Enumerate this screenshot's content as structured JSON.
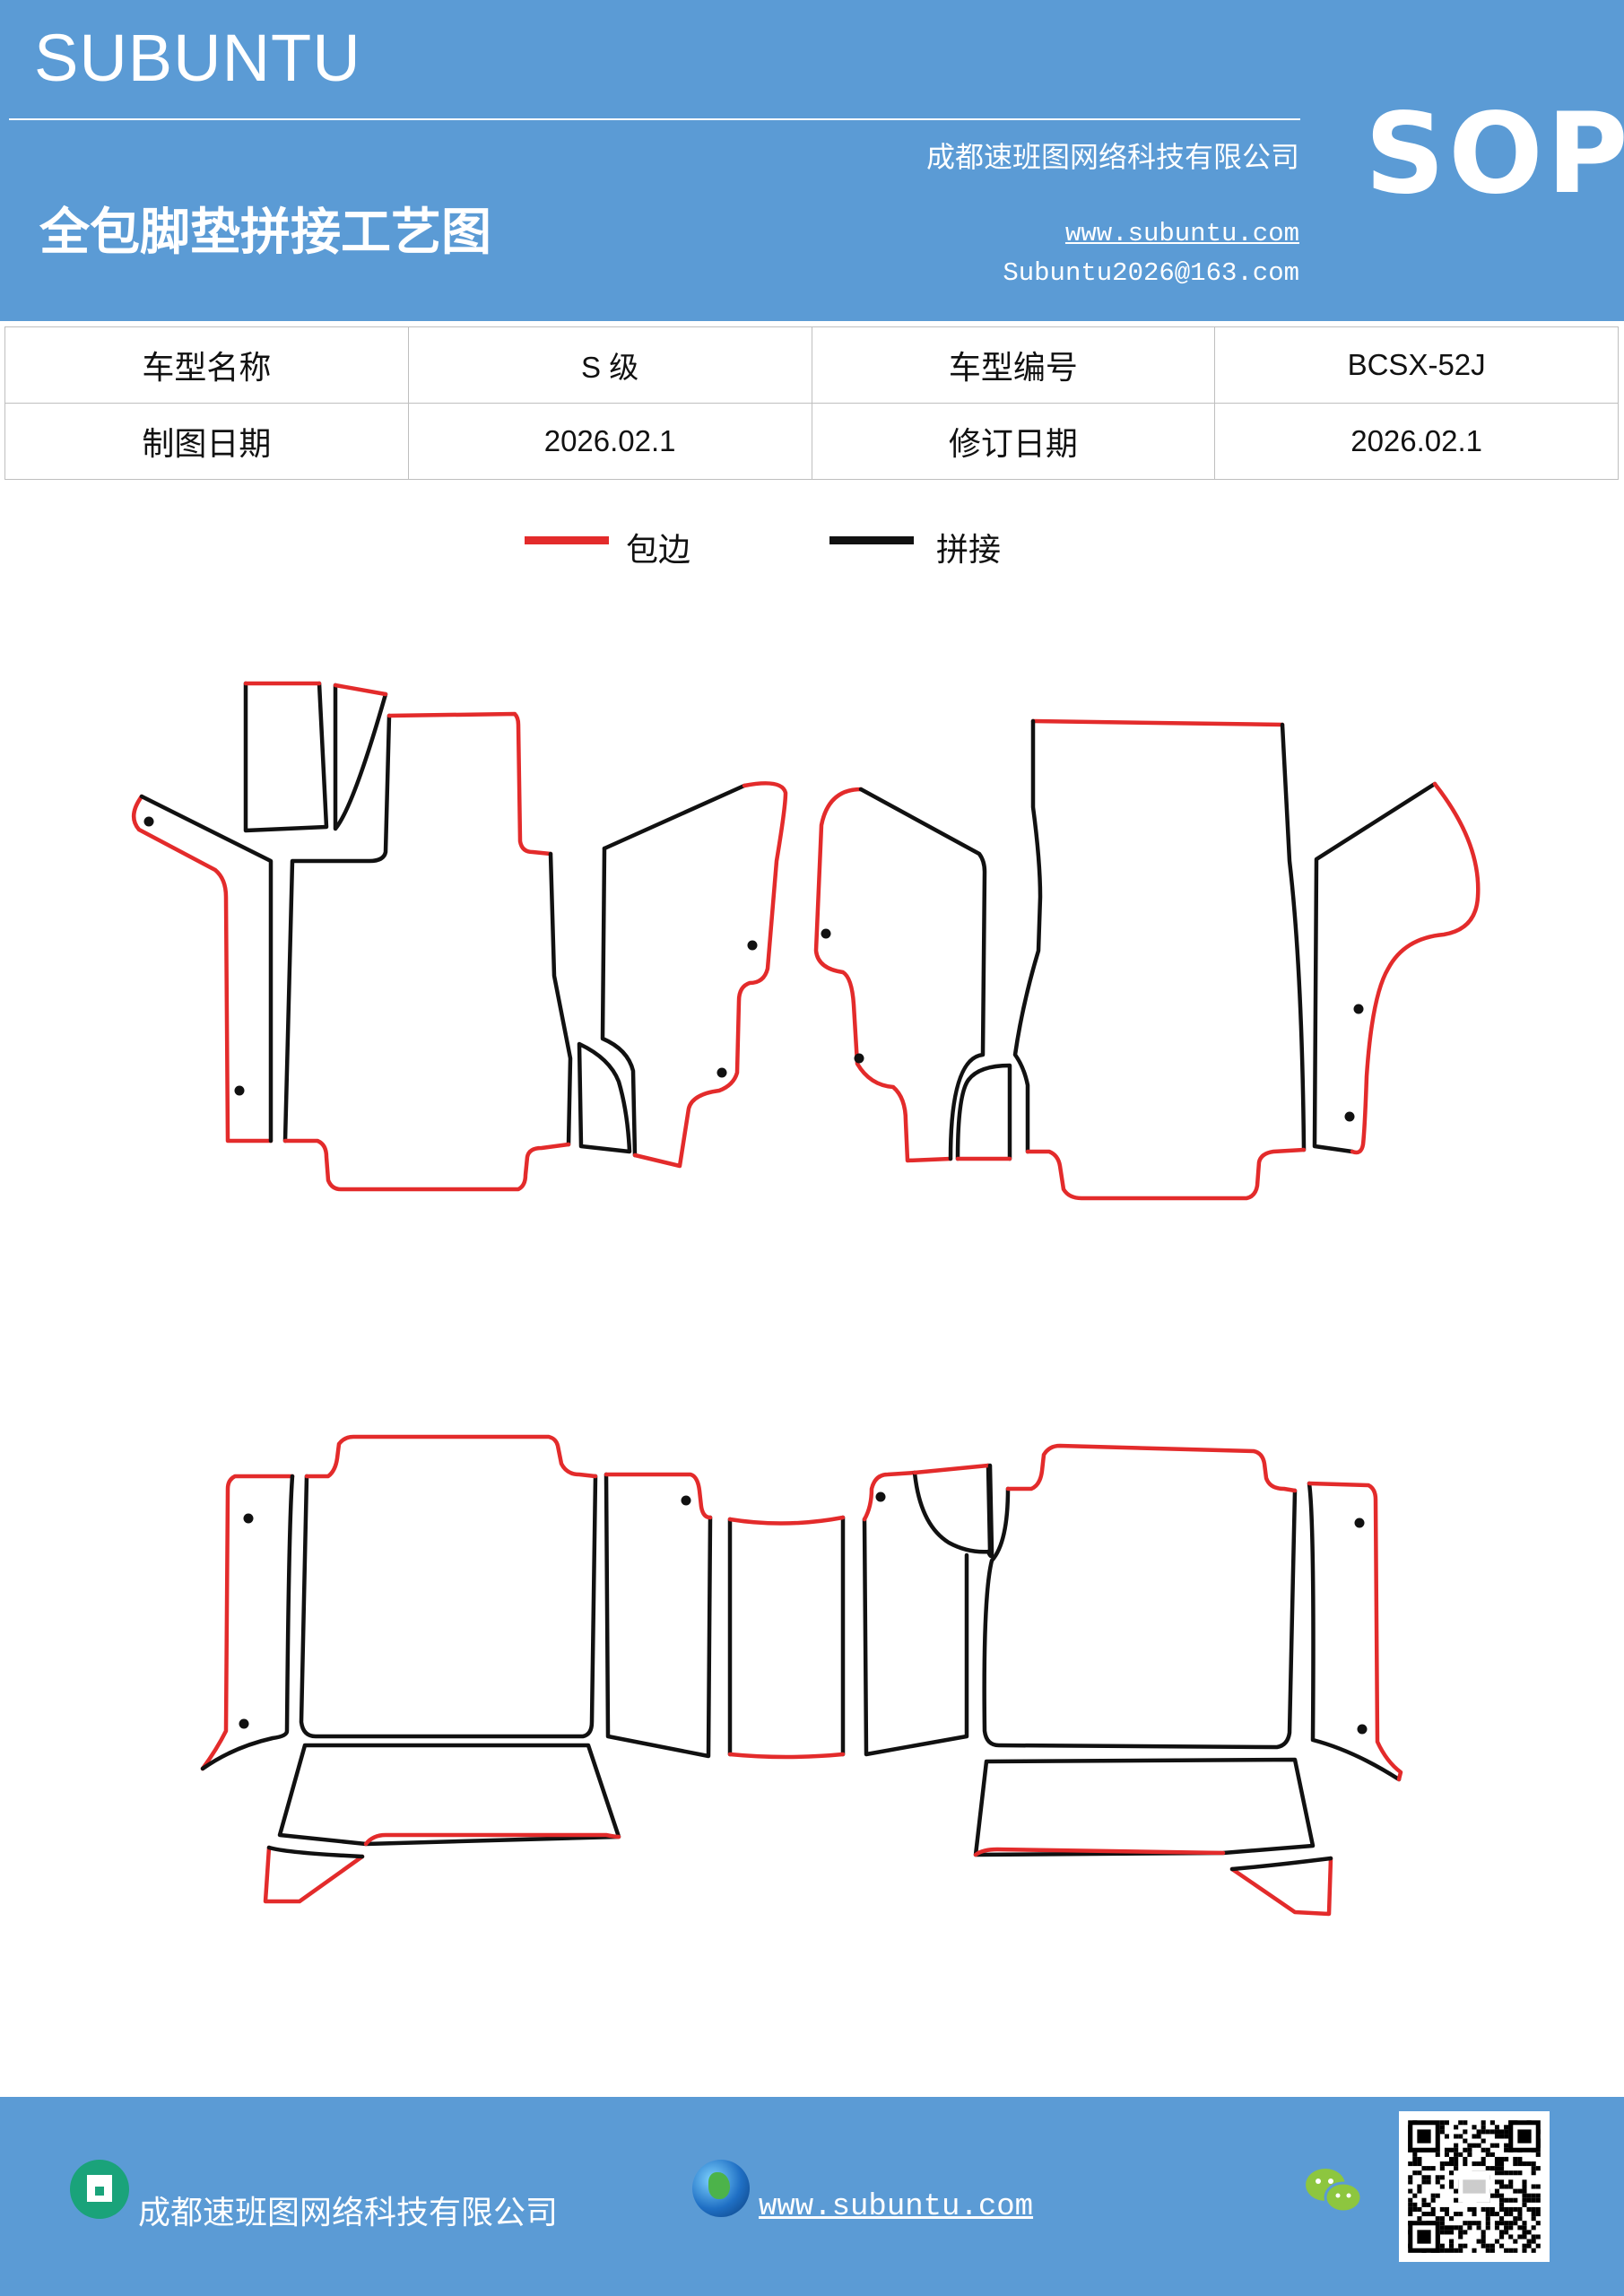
{
  "header": {
    "brand": "SUBUNTU",
    "company": "成都速班图网络科技有限公司",
    "title": "全包脚垫拼接工艺图",
    "website": "www.subuntu.com",
    "email": "Subuntu2026@163.com",
    "badge": "SOP"
  },
  "info_table": {
    "rows": [
      [
        "车型名称",
        "S 级",
        "车型编号",
        "BCSX-52J"
      ],
      [
        "制图日期",
        "2026.02.1",
        "修订日期",
        "2026.02.1"
      ]
    ]
  },
  "legend": {
    "edge_label": "包边",
    "edge_color": "#e32b2b",
    "seam_label": "拼接",
    "seam_color": "#111111"
  },
  "footer": {
    "company": "成都速班图网络科技有限公司",
    "website": "www.subuntu.com ",
    "icons": [
      "building-icon",
      "globe-icon",
      "wechat-icon",
      "qr-code"
    ]
  }
}
